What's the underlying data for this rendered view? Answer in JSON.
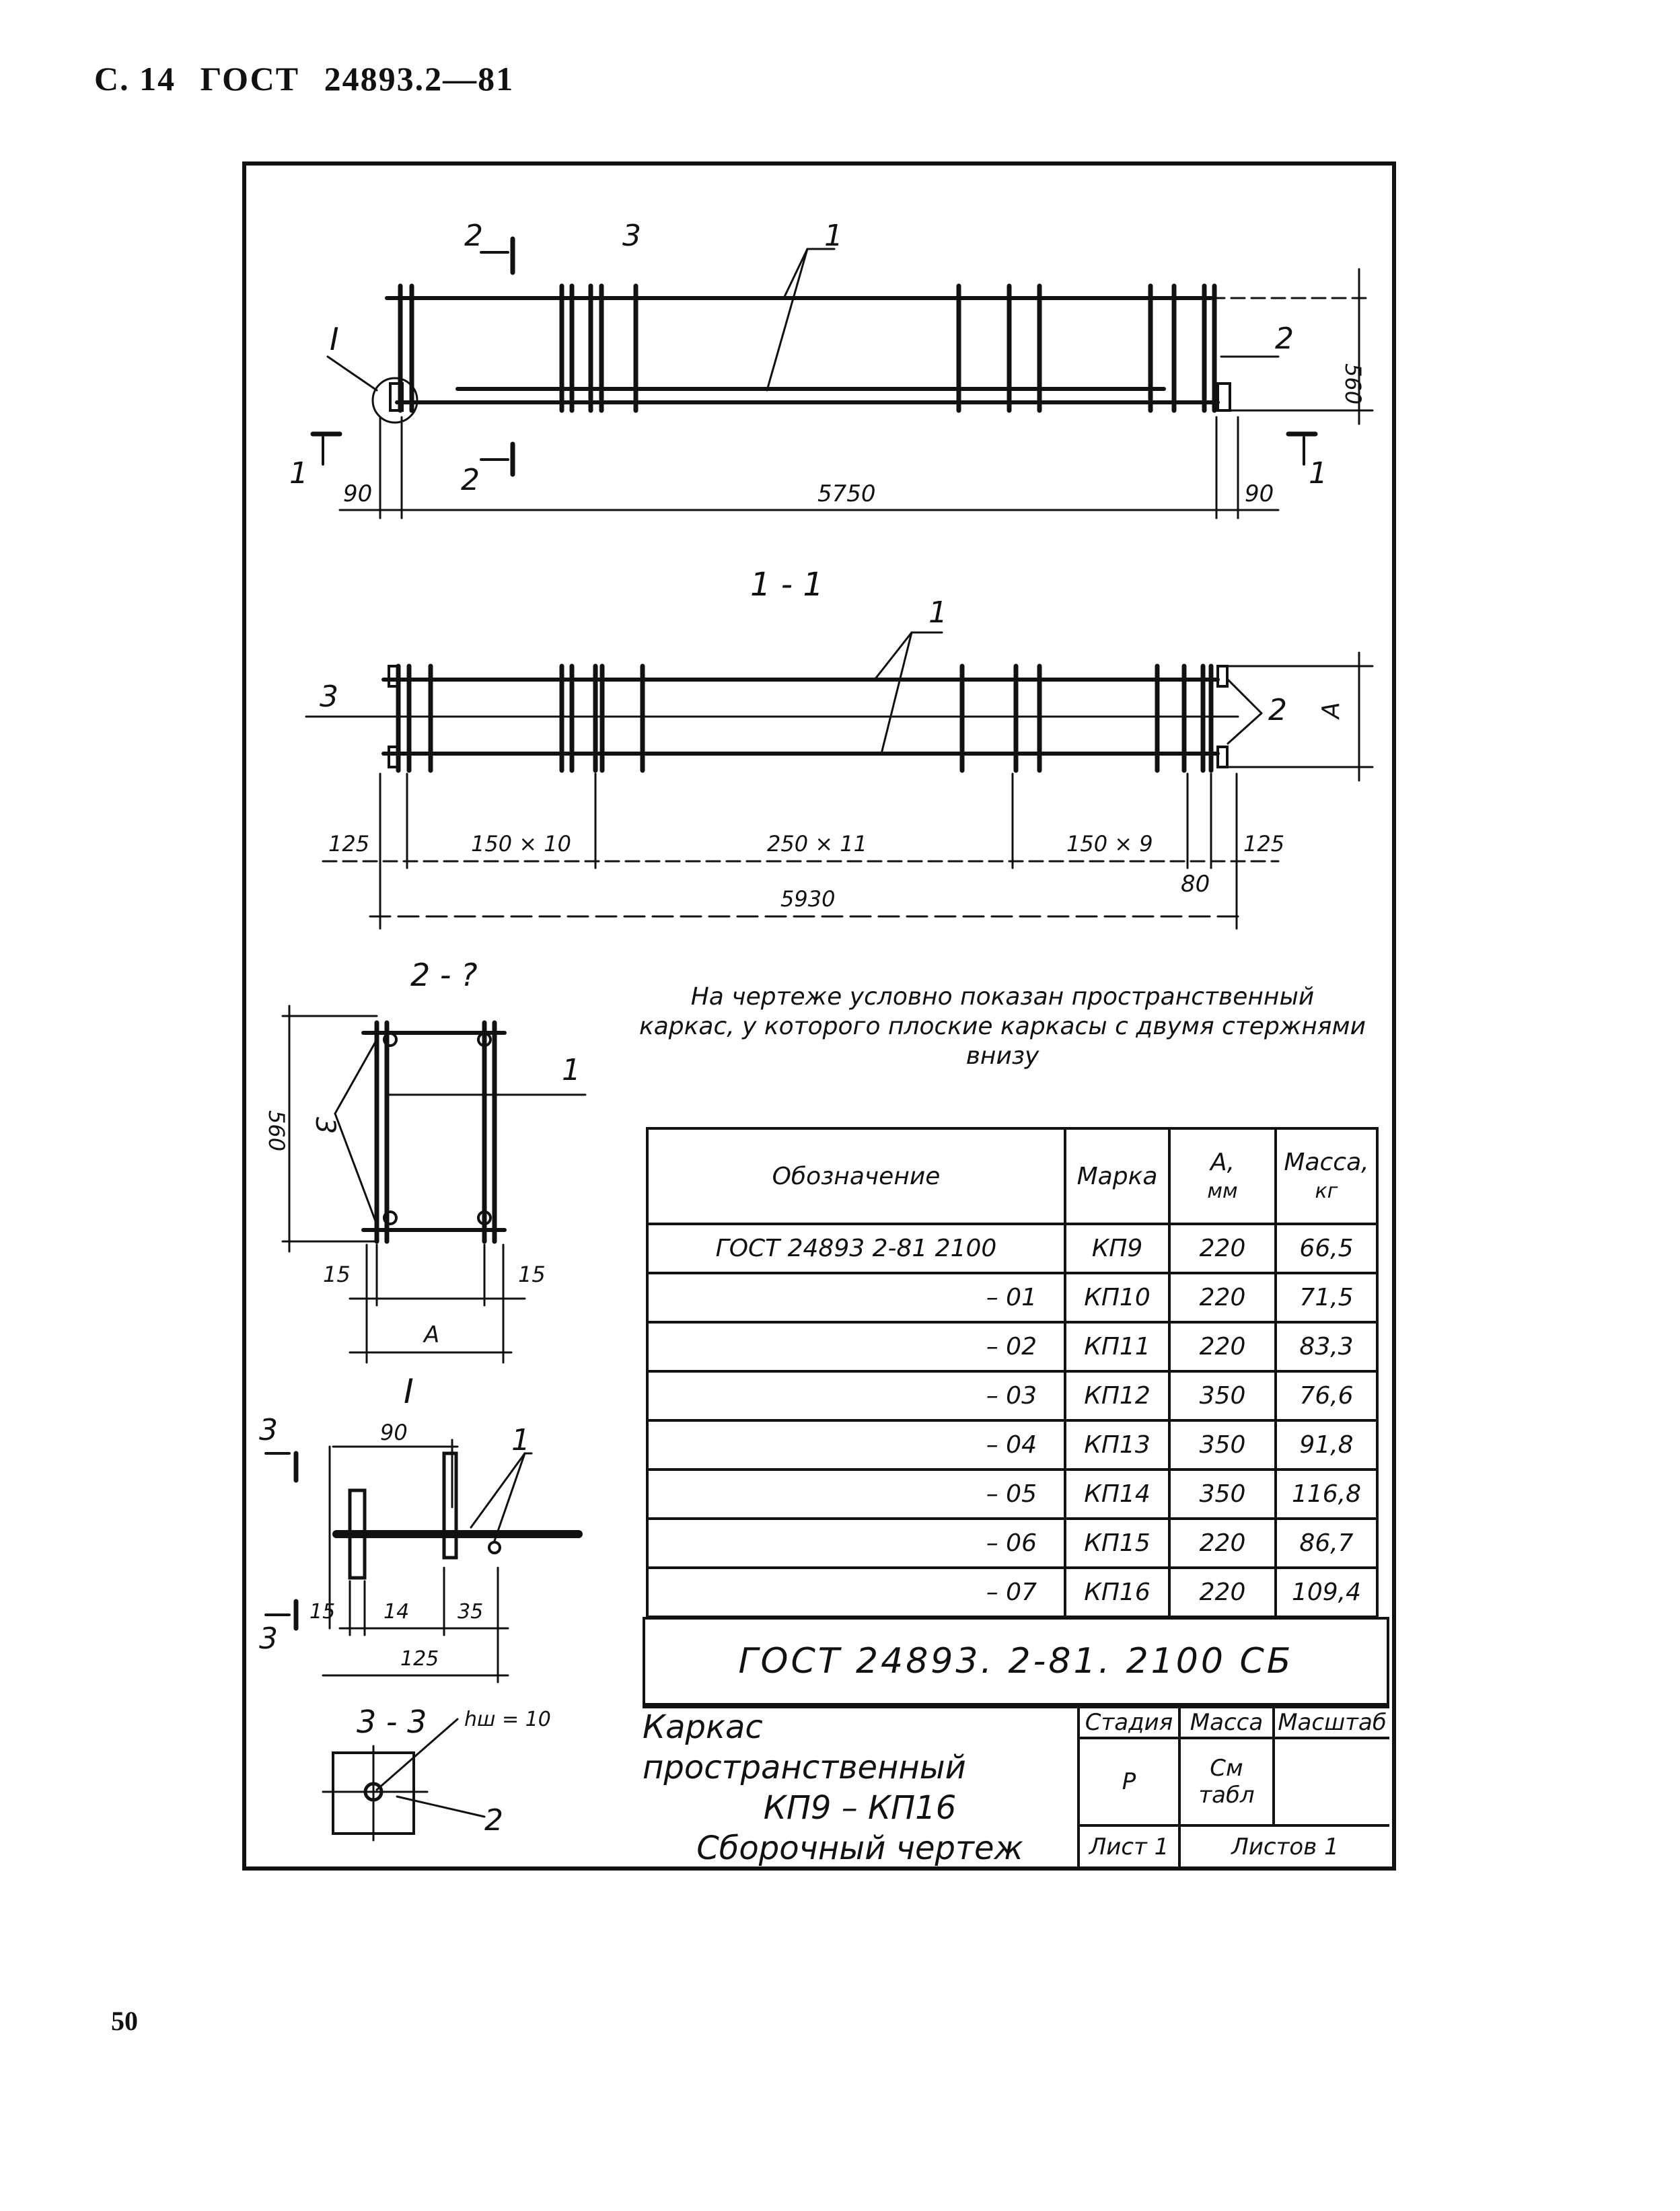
{
  "header": {
    "page_ref": "С. 14",
    "standard": "ГОСТ",
    "number": "24893.2—81"
  },
  "page_number": "50",
  "drawing": {
    "main_view": {
      "labels": [
        "2",
        "3",
        "1",
        "2",
        "560",
        "I",
        "1",
        "90",
        "5750",
        "90",
        "1",
        "2"
      ]
    },
    "section_1_1": {
      "title": "1 - 1",
      "labels": [
        "1",
        "3",
        "2",
        "A"
      ],
      "dims": [
        "125",
        "150 × 10",
        "250 × 11",
        "150 × 9",
        "125",
        "80",
        "5930"
      ]
    },
    "section_2_2": {
      "title": "2 - ?",
      "labels": [
        "3",
        "1",
        "560",
        "15",
        "15",
        "A"
      ]
    },
    "detail_I": {
      "title": "I",
      "labels": [
        "3",
        "3",
        "1",
        "90",
        "15",
        "14",
        "35",
        "125"
      ]
    },
    "section_3_3": {
      "title": "3 - 3",
      "labels": [
        "hш = 10",
        "2"
      ]
    }
  },
  "note": [
    "На чертеже условно показан пространственный",
    "каркас, у которого плоские каркасы с двумя стержнями",
    "внизу"
  ],
  "table": {
    "headers": {
      "designation": "Обозначение",
      "mark": "Марка",
      "a": "А,",
      "a_unit": "мм",
      "mass": "Масса,",
      "mass_unit": "кг"
    },
    "rows": [
      {
        "designation": "ГОСТ 24893 2-81 2100",
        "mark": "КП9",
        "a": "220",
        "mass": "66,5"
      },
      {
        "designation": "– 01",
        "mark": "КП10",
        "a": "220",
        "mass": "71,5"
      },
      {
        "designation": "– 02",
        "mark": "КП11",
        "a": "220",
        "mass": "83,3"
      },
      {
        "designation": "– 03",
        "mark": "КП12",
        "a": "350",
        "mass": "76,6"
      },
      {
        "designation": "– 04",
        "mark": "КП13",
        "a": "350",
        "mass": "91,8"
      },
      {
        "designation": "– 05",
        "mark": "КП14",
        "a": "350",
        "mass": "116,8"
      },
      {
        "designation": "– 06",
        "mark": "КП15",
        "a": "220",
        "mass": "86,7"
      },
      {
        "designation": "– 07",
        "mark": "КП16",
        "a": "220",
        "mass": "109,4"
      }
    ]
  },
  "doc_code": "ГОСТ 24893. 2-81. 2100 СБ",
  "title_block": {
    "title_lines": [
      "Каркас пространственный",
      "КП9 – КП16",
      "Сборочный чертеж"
    ],
    "stage_label": "Стадия",
    "mass_label": "Масса",
    "scale_label": "Масштаб",
    "stage": "Р",
    "mass": "См табл",
    "scale": "",
    "sheet": "Лист 1",
    "sheets": "Листов 1"
  }
}
